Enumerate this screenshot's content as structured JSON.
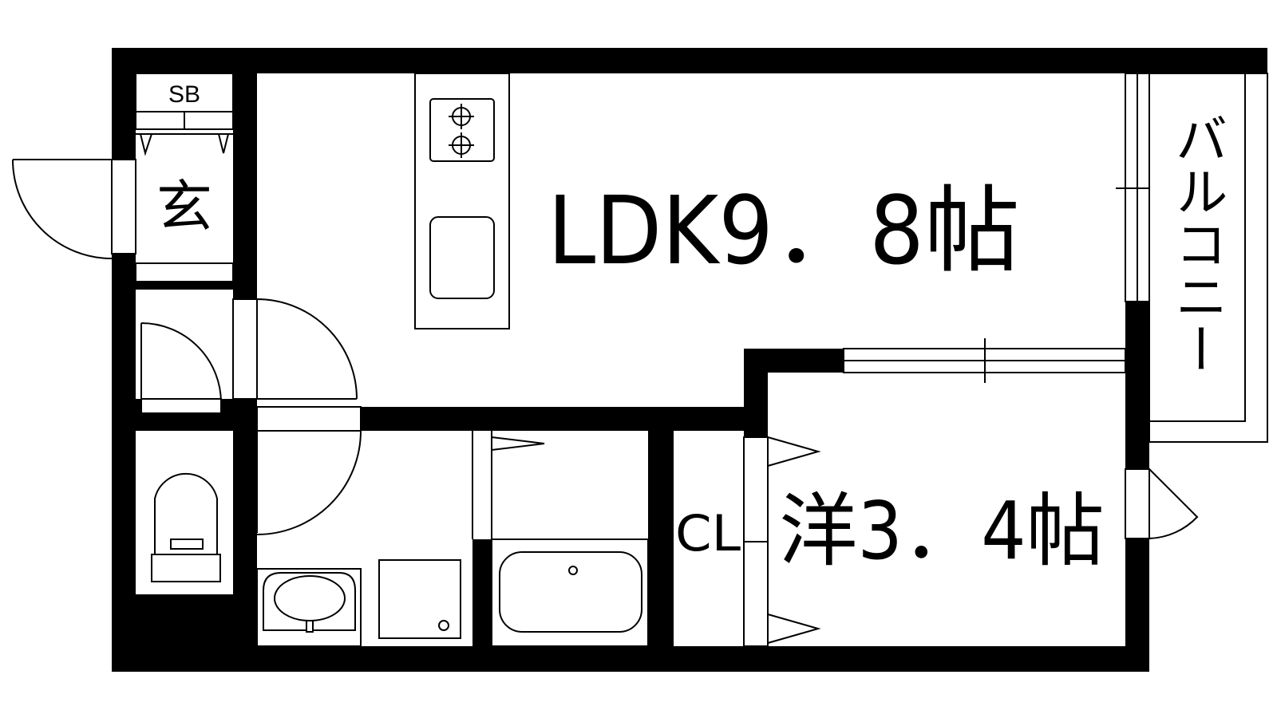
{
  "rooms": {
    "ldk": "LDK9．8帖",
    "western": "洋3．4帖",
    "entrance": "玄",
    "balcony": "バルコニー",
    "closet": "CL",
    "shoe_box": "SB"
  }
}
